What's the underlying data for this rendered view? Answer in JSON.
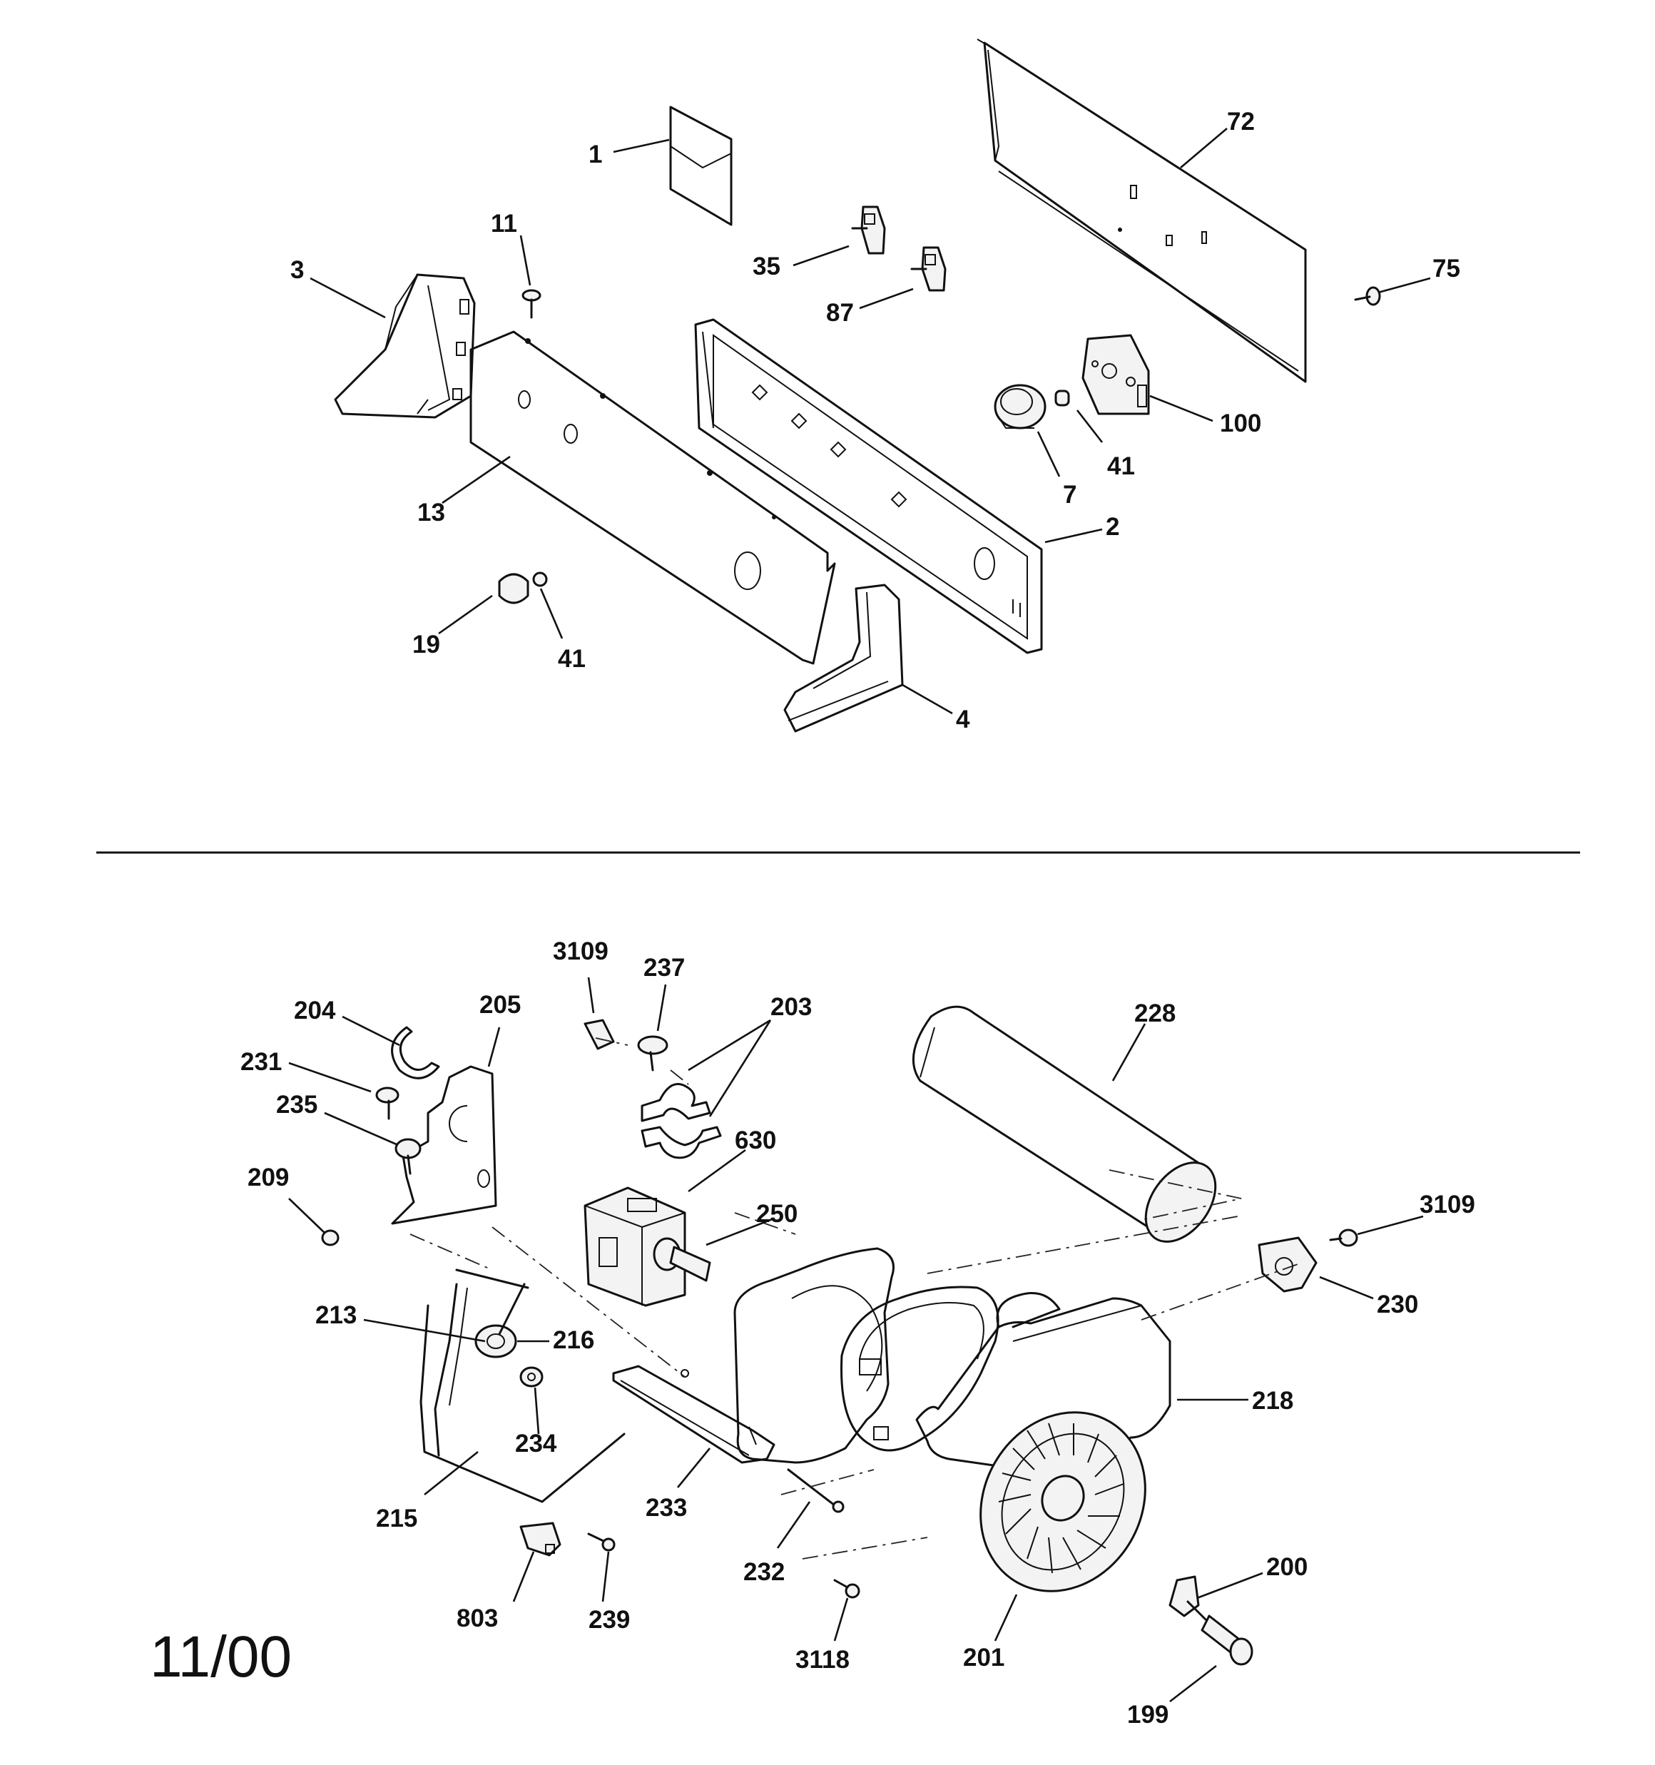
{
  "labels": {
    "l1": "1",
    "l72": "72",
    "l11": "11",
    "l3": "3",
    "l35": "35",
    "l87": "87",
    "l75": "75",
    "l100": "100",
    "l41a": "41",
    "l7": "7",
    "l2": "2",
    "l13": "13",
    "l19": "19",
    "l41b": "41",
    "l4": "4",
    "l3109a": "3109",
    "l237": "237",
    "l203": "203",
    "l204": "204",
    "l205": "205",
    "l228": "228",
    "l231": "231",
    "l235": "235",
    "l630": "630",
    "l209": "209",
    "l250": "250",
    "l3109b": "3109",
    "l230": "230",
    "l213": "213",
    "l216": "216",
    "l218": "218",
    "l234": "234",
    "l215": "215",
    "l233": "233",
    "l232": "232",
    "l803": "803",
    "l239": "239",
    "l200": "200",
    "l3118": "3118",
    "l201": "201",
    "l199": "199"
  },
  "revision_date": "11/00"
}
